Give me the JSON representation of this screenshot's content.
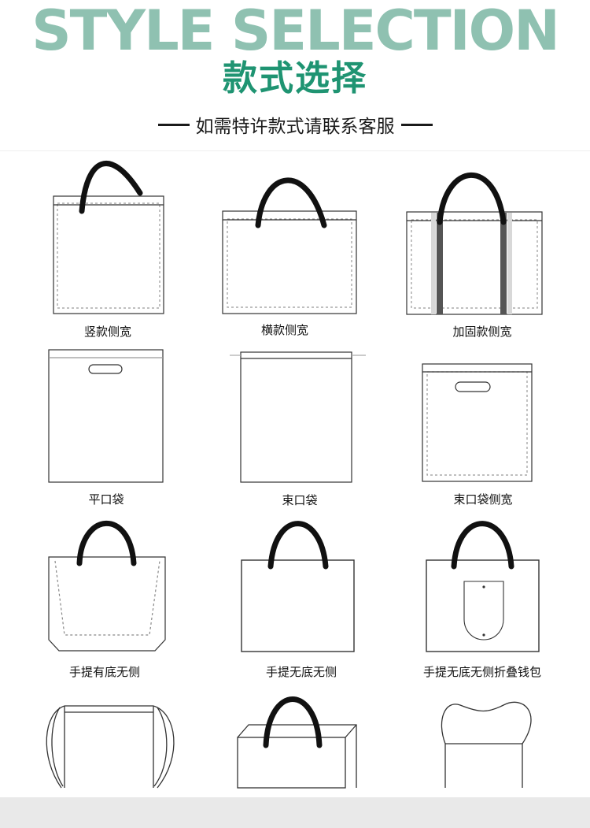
{
  "header": {
    "title_en": "STYLE SELECTION",
    "title_cn": "款式选择",
    "subtitle": "如需特许款式请联系客服"
  },
  "styles": [
    {
      "label": "竖款侧宽"
    },
    {
      "label": "横款侧宽"
    },
    {
      "label": "加固款侧宽"
    },
    {
      "label": "平口袋"
    },
    {
      "label": "束口袋"
    },
    {
      "label": "束口袋侧宽"
    },
    {
      "label": "手提有底无侧"
    },
    {
      "label": "手提无底无侧"
    },
    {
      "label": "手提无底无侧折叠钱包"
    }
  ],
  "colors": {
    "title_en": "#8fc1b1",
    "title_cn": "#1f9472",
    "outline": "#333333",
    "handle": "#111111"
  }
}
